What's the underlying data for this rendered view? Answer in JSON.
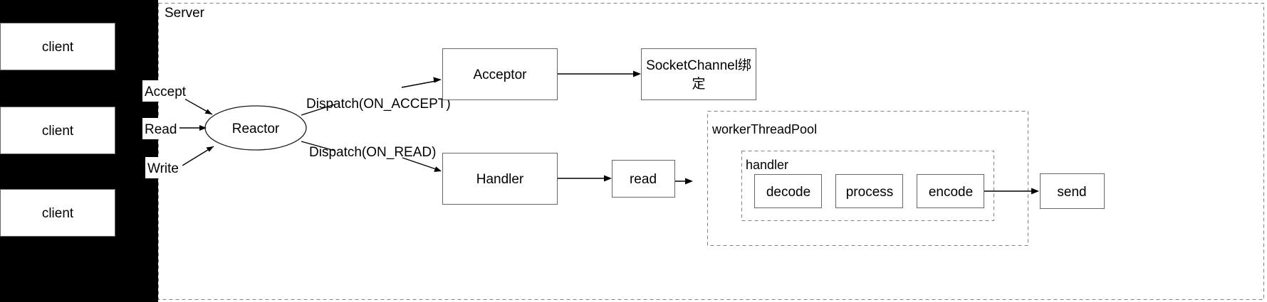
{
  "diagram": {
    "title": "Reactor pattern server architecture",
    "type": "flow-diagram",
    "colors": {
      "solid_box_stroke": "#666666",
      "dashed_group_stroke": "#808080",
      "connector": "#000000",
      "backdrop": "#000000",
      "surface": "#ffffff"
    }
  },
  "clients": [
    {
      "label": "client"
    },
    {
      "label": "client"
    },
    {
      "label": "client"
    }
  ],
  "server": {
    "label": "Server"
  },
  "io_events": [
    {
      "label": "Accept"
    },
    {
      "label": "Read"
    },
    {
      "label": "Write"
    }
  ],
  "reactor": {
    "label": "Reactor"
  },
  "dispatch": [
    {
      "label": "Dispatch(ON_ACCEPT)"
    },
    {
      "label": "Dispatch(ON_READ)"
    }
  ],
  "accept_path": {
    "acceptor": "Acceptor",
    "socket_channel": "SocketChannel绑定",
    "socket_channel_line1": "SocketChannel绑",
    "socket_channel_line2": "定"
  },
  "read_path": {
    "handler": "Handler",
    "read": "read",
    "send": "send"
  },
  "worker_pool": {
    "label": "workerThreadPool",
    "handler_group": "handler",
    "stages": [
      {
        "label": "decode"
      },
      {
        "label": "process"
      },
      {
        "label": "encode"
      }
    ]
  }
}
